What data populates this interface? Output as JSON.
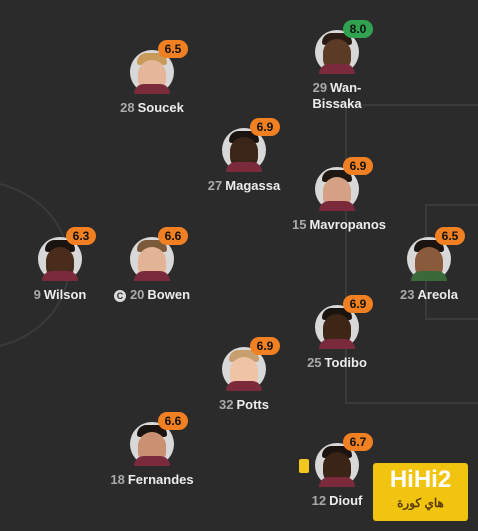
{
  "players": [
    {
      "id": "soucek",
      "number": "28",
      "name": "Soucek",
      "rating": "6.5"
    },
    {
      "id": "wan-bissaka",
      "number": "29",
      "name": "Wan-Bissaka",
      "rating": "8.0",
      "rating_color": "#31a350"
    },
    {
      "id": "magassa",
      "number": "27",
      "name": "Magassa",
      "rating": "6.9"
    },
    {
      "id": "mavropanos",
      "number": "15",
      "name": "Mavropanos",
      "rating": "6.9"
    },
    {
      "id": "wilson",
      "number": "9",
      "name": "Wilson",
      "rating": "6.3"
    },
    {
      "id": "bowen",
      "number": "20",
      "name": "Bowen",
      "rating": "6.6",
      "captain": true
    },
    {
      "id": "areola",
      "number": "23",
      "name": "Areola",
      "rating": "6.5"
    },
    {
      "id": "todibo",
      "number": "25",
      "name": "Todibo",
      "rating": "6.9"
    },
    {
      "id": "potts",
      "number": "32",
      "name": "Potts",
      "rating": "6.9"
    },
    {
      "id": "fernandes",
      "number": "18",
      "name": "Fernandes",
      "rating": "6.6"
    },
    {
      "id": "diouf",
      "number": "12",
      "name": "Diouf",
      "rating": "6.7",
      "yellow_card": true
    }
  ],
  "captain_symbol": "C",
  "watermark": {
    "line1": "HiHi2",
    "line2": "هاي كورة"
  },
  "colors": {
    "rating_default": "#f08022",
    "rating_top": "#31a350",
    "background": "#2b2b2b"
  }
}
